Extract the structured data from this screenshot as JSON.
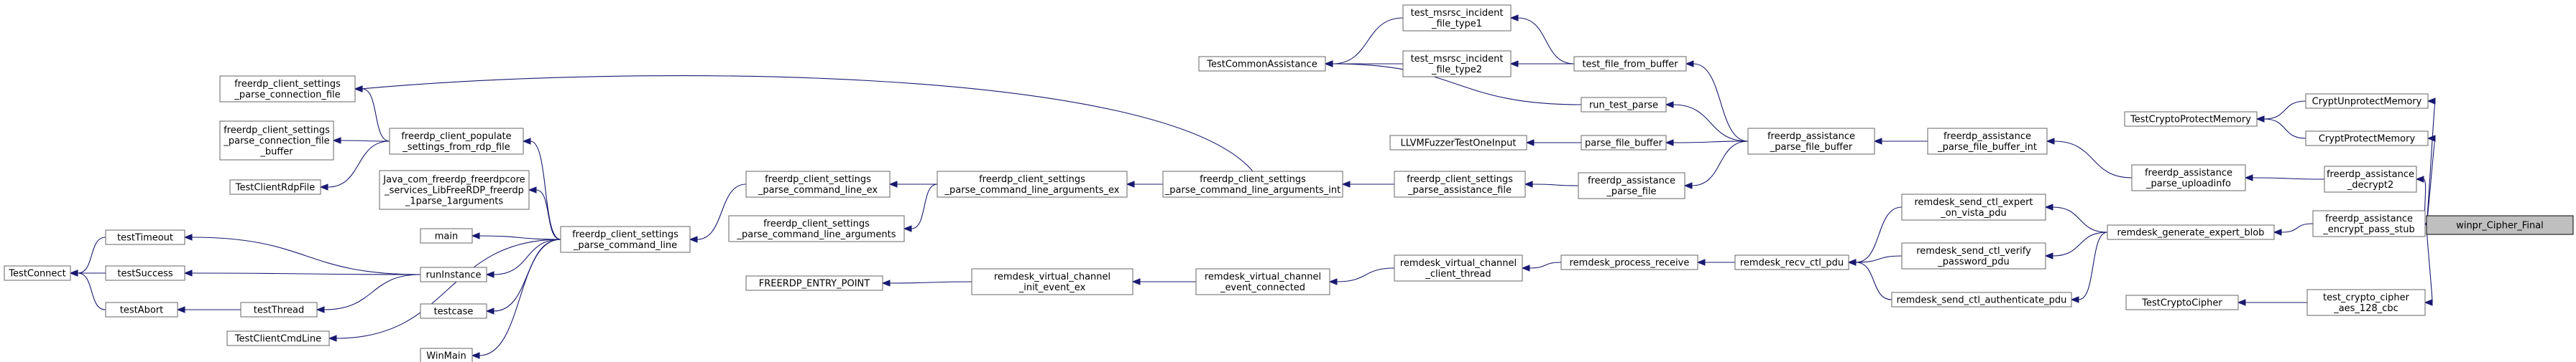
{
  "diagram": {
    "type": "call-graph",
    "nodes": [
      {
        "id": "n0",
        "lines": [
          "winpr_Cipher_Final"
        ],
        "focus": true
      },
      {
        "id": "n1",
        "lines": [
          "CryptUnprotectMemory"
        ]
      },
      {
        "id": "n2",
        "lines": [
          "TestCryptoProtectMemory"
        ]
      },
      {
        "id": "n3",
        "lines": [
          "CryptProtectMemory"
        ]
      },
      {
        "id": "n4",
        "lines": [
          "freerdp_assistance",
          "_decrypt2"
        ]
      },
      {
        "id": "n5",
        "lines": [
          "freerdp_assistance",
          "_parse_uploadinfo"
        ]
      },
      {
        "id": "n6",
        "lines": [
          "freerdp_assistance",
          "_parse_file_buffer_int"
        ]
      },
      {
        "id": "n7",
        "lines": [
          "freerdp_assistance",
          "_parse_file_buffer"
        ]
      },
      {
        "id": "n8",
        "lines": [
          "test_file_from_buffer"
        ]
      },
      {
        "id": "n9",
        "lines": [
          "test_msrsc_incident",
          "_file_type1"
        ]
      },
      {
        "id": "n10",
        "lines": [
          "test_msrsc_incident",
          "_file_type2"
        ]
      },
      {
        "id": "n11",
        "lines": [
          "TestCommonAssistance"
        ]
      },
      {
        "id": "n12",
        "lines": [
          "run_test_parse"
        ]
      },
      {
        "id": "n13",
        "lines": [
          "parse_file_buffer"
        ]
      },
      {
        "id": "n14",
        "lines": [
          "LLVMFuzzerTestOneInput"
        ]
      },
      {
        "id": "n15",
        "lines": [
          "freerdp_assistance",
          "_parse_file"
        ]
      },
      {
        "id": "n16",
        "lines": [
          "freerdp_client_settings",
          "_parse_assistance_file"
        ]
      },
      {
        "id": "n17",
        "lines": [
          "freerdp_client_settings",
          "_parse_command_line_arguments_int"
        ]
      },
      {
        "id": "n18",
        "lines": [
          "freerdp_client_settings",
          "_parse_command_line_arguments_ex"
        ]
      },
      {
        "id": "n19",
        "lines": [
          "freerdp_client_settings",
          "_parse_command_line_ex"
        ]
      },
      {
        "id": "n20",
        "lines": [
          "freerdp_client_settings",
          "_parse_command_line_arguments"
        ]
      },
      {
        "id": "n21",
        "lines": [
          "freerdp_client_settings",
          "_parse_command_line"
        ]
      },
      {
        "id": "n22",
        "lines": [
          "freerdp_client_settings",
          "_parse_connection_file"
        ]
      },
      {
        "id": "n23",
        "lines": [
          "freerdp_client_populate",
          "_settings_from_rdp_file"
        ]
      },
      {
        "id": "n24",
        "lines": [
          "freerdp_client_settings",
          "_parse_connection_file",
          "_buffer"
        ]
      },
      {
        "id": "n25",
        "lines": [
          "TestClientRdpFile"
        ]
      },
      {
        "id": "n26",
        "lines": [
          "Java_com_freerdp_freerdpcore",
          "_services_LibFreeRDP_freerdp",
          "_1parse_1arguments"
        ]
      },
      {
        "id": "n27",
        "lines": [
          "main"
        ]
      },
      {
        "id": "n28",
        "lines": [
          "runInstance"
        ]
      },
      {
        "id": "n29",
        "lines": [
          "testcase"
        ]
      },
      {
        "id": "n30",
        "lines": [
          "TestClientCmdLine"
        ]
      },
      {
        "id": "n31",
        "lines": [
          "WinMain"
        ]
      },
      {
        "id": "n32",
        "lines": [
          "testTimeout"
        ]
      },
      {
        "id": "n33",
        "lines": [
          "testSuccess"
        ]
      },
      {
        "id": "n34",
        "lines": [
          "testAbort"
        ]
      },
      {
        "id": "n35",
        "lines": [
          "testThread"
        ]
      },
      {
        "id": "n36",
        "lines": [
          "TestConnect"
        ]
      },
      {
        "id": "n37",
        "lines": [
          "freerdp_assistance",
          "_encrypt_pass_stub"
        ]
      },
      {
        "id": "n38",
        "lines": [
          "remdesk_generate_expert_blob"
        ]
      },
      {
        "id": "n39",
        "lines": [
          "remdesk_send_ctl_expert",
          "_on_vista_pdu"
        ]
      },
      {
        "id": "n40",
        "lines": [
          "remdesk_send_ctl_verify",
          "_password_pdu"
        ]
      },
      {
        "id": "n41",
        "lines": [
          "remdesk_send_ctl_authenticate_pdu"
        ]
      },
      {
        "id": "n42",
        "lines": [
          "remdesk_recv_ctl_pdu"
        ]
      },
      {
        "id": "n43",
        "lines": [
          "remdesk_process_receive"
        ]
      },
      {
        "id": "n44",
        "lines": [
          "remdesk_virtual_channel",
          "_client_thread"
        ]
      },
      {
        "id": "n45",
        "lines": [
          "remdesk_virtual_channel",
          "_event_connected"
        ]
      },
      {
        "id": "n46",
        "lines": [
          "remdesk_virtual_channel",
          "_init_event_ex"
        ]
      },
      {
        "id": "n47",
        "lines": [
          "FREERDP_ENTRY_POINT"
        ]
      },
      {
        "id": "n48",
        "lines": [
          "test_crypto_cipher",
          "_aes_128_cbc"
        ]
      },
      {
        "id": "n49",
        "lines": [
          "TestCryptoCipher"
        ]
      }
    ],
    "edges": [
      [
        "n1",
        "n0"
      ],
      [
        "n3",
        "n0"
      ],
      [
        "n4",
        "n0"
      ],
      [
        "n37",
        "n0"
      ],
      [
        "n48",
        "n0"
      ],
      [
        "n2",
        "n1"
      ],
      [
        "n2",
        "n3"
      ],
      [
        "n5",
        "n4"
      ],
      [
        "n6",
        "n5"
      ],
      [
        "n7",
        "n6"
      ],
      [
        "n8",
        "n7"
      ],
      [
        "n12",
        "n7"
      ],
      [
        "n13",
        "n7"
      ],
      [
        "n15",
        "n7"
      ],
      [
        "n9",
        "n8"
      ],
      [
        "n10",
        "n8"
      ],
      [
        "n11",
        "n9"
      ],
      [
        "n11",
        "n10"
      ],
      [
        "n11",
        "n12"
      ],
      [
        "n14",
        "n13"
      ],
      [
        "n16",
        "n15"
      ],
      [
        "n17",
        "n16"
      ],
      [
        "n17",
        "n22"
      ],
      [
        "n18",
        "n17"
      ],
      [
        "n19",
        "n18"
      ],
      [
        "n20",
        "n18"
      ],
      [
        "n21",
        "n19"
      ],
      [
        "n23",
        "n21"
      ],
      [
        "n26",
        "n21"
      ],
      [
        "n27",
        "n21"
      ],
      [
        "n28",
        "n21"
      ],
      [
        "n29",
        "n21"
      ],
      [
        "n30",
        "n21"
      ],
      [
        "n31",
        "n21"
      ],
      [
        "n22",
        "n23"
      ],
      [
        "n24",
        "n23"
      ],
      [
        "n25",
        "n23"
      ],
      [
        "n32",
        "n28"
      ],
      [
        "n33",
        "n28"
      ],
      [
        "n35",
        "n28"
      ],
      [
        "n34",
        "n35"
      ],
      [
        "n36",
        "n32"
      ],
      [
        "n36",
        "n33"
      ],
      [
        "n36",
        "n34"
      ],
      [
        "n38",
        "n37"
      ],
      [
        "n39",
        "n38"
      ],
      [
        "n40",
        "n38"
      ],
      [
        "n41",
        "n38"
      ],
      [
        "n42",
        "n39"
      ],
      [
        "n42",
        "n40"
      ],
      [
        "n42",
        "n41"
      ],
      [
        "n43",
        "n42"
      ],
      [
        "n44",
        "n43"
      ],
      [
        "n45",
        "n44"
      ],
      [
        "n46",
        "n45"
      ],
      [
        "n47",
        "n46"
      ],
      [
        "n49",
        "n48"
      ]
    ],
    "colors": {
      "edge": "#191970",
      "node_border": "#666666",
      "focus_fill": "#bfbfbf"
    }
  }
}
